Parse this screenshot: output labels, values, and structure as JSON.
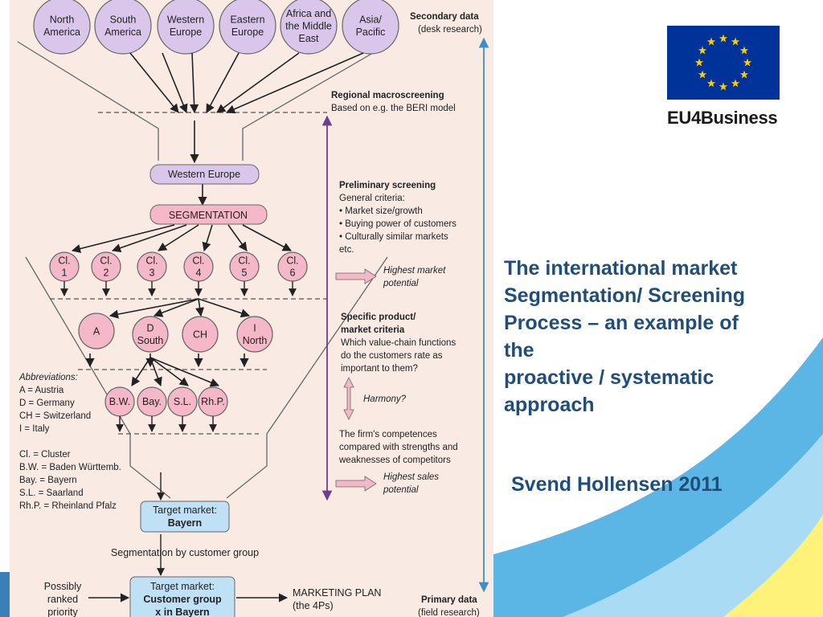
{
  "diagram": {
    "regions": [
      "North\nAmerica",
      "South\nAmerica",
      "Western\nEurope",
      "Eastern\nEurope",
      "Africa and\nthe Middle\nEast",
      "Asia/\nPacific"
    ],
    "secondary_data": [
      "Secondary data",
      "(desk research)"
    ],
    "regional_macroscreening": [
      "Regional macroscreening",
      "Based on e.g. the BERI model"
    ],
    "western_europe": "Western Europe",
    "segmentation": "SEGMENTATION",
    "preliminary_screening": [
      "Preliminary screening",
      "General criteria:",
      "• Market size/growth",
      "• Buying power of customers",
      "• Culturally similar markets",
      "  etc."
    ],
    "clusters": [
      "Cl.\n1",
      "Cl.\n2",
      "Cl.\n3",
      "Cl.\n4",
      "Cl.\n5",
      "Cl.\n6"
    ],
    "highest_market_potential": [
      "Highest market",
      "potential"
    ],
    "countries": [
      "A",
      "D\nSouth",
      "CH",
      "I\nNorth"
    ],
    "specific_criteria": [
      "Specific product/",
      "market criteria",
      "Which value-chain functions",
      "do the customers rate as",
      "important to them?"
    ],
    "states": [
      "B.W.",
      "Bay.",
      "S.L.",
      "Rh.P."
    ],
    "harmony": "Harmony?",
    "competences": [
      "The firm's competences",
      "compared with strengths and",
      "weaknesses of competitors"
    ],
    "highest_sales_potential": [
      "Highest sales",
      "potential"
    ],
    "abbreviations": [
      "Abbreviations:",
      "A = Austria",
      "D = Germany",
      "CH = Switzerland",
      "I = Italy",
      "",
      "Cl. = Cluster",
      "B.W. = Baden Württemb.",
      "Bay. = Bayern",
      "S.L. = Saarland",
      "Rh.P. = Rheinland Pfalz"
    ],
    "target_market": [
      "Target market:",
      "Bayern"
    ],
    "segmentation_by_customer_group": "Segmentation by customer group",
    "possibly_ranked_priority": [
      "Possibly",
      "ranked",
      "priority"
    ],
    "target_customer": [
      "Target market:",
      "Customer group",
      "x in Bayern"
    ],
    "marketing_plan": [
      "MARKETING PLAN",
      "(the 4Ps)"
    ],
    "primary_data": [
      "Primary data",
      "(field research)"
    ]
  },
  "title_lines": [
    "The international market",
    "Segmentation/ Screening",
    "Process – an example of",
    "the",
    "proactive / systematic",
    "approach"
  ],
  "author": "Svend Hollensen 2011",
  "logo": {
    "brand": "EU4Business",
    "icon": "eu-flag-icon"
  },
  "colors": {
    "title": "#1f4e79",
    "circle": "#d9c6ea",
    "pink": "#f4b8c8",
    "blue_box": "#bfe0f5",
    "purple_arrow": "#6d3d91",
    "blue_arrow": "#3a8fc8",
    "diagram_bg": "#f9ebe4",
    "flag": "#003399",
    "star": "#ffcc00"
  }
}
